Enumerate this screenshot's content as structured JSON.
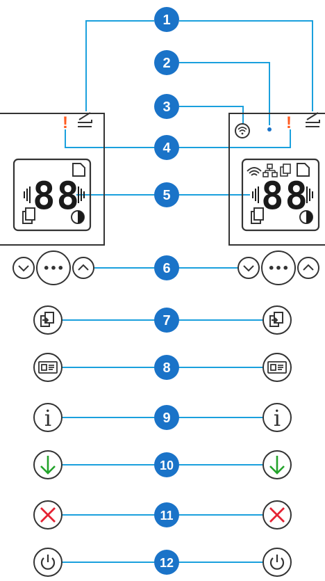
{
  "colors": {
    "callout": "#1a73c8",
    "line": "#1aa0dd",
    "outline": "#333333",
    "warning": "#ff5a1f",
    "wifi_dot": "#1a73c8",
    "download_arrow": "#23a32b",
    "cancel_x": "#e52233"
  },
  "callouts": [
    {
      "number": "1",
      "meaning": "paper-tray"
    },
    {
      "number": "2",
      "meaning": "wifi-status-light"
    },
    {
      "number": "3",
      "meaning": "wifi-button"
    },
    {
      "number": "4",
      "meaning": "attention-light"
    },
    {
      "number": "5",
      "meaning": "control-panel-display"
    },
    {
      "number": "6",
      "meaning": "menu-buttons"
    },
    {
      "number": "7",
      "meaning": "copy-button"
    },
    {
      "number": "8",
      "meaning": "id-copy-button"
    },
    {
      "number": "9",
      "meaning": "information-button"
    },
    {
      "number": "10",
      "meaning": "resume-button"
    },
    {
      "number": "11",
      "meaning": "cancel-button"
    },
    {
      "number": "12",
      "meaning": "power-button"
    }
  ],
  "display": {
    "digits": "88",
    "menu_dots": "•••"
  },
  "icons": {
    "warning": "!",
    "info": "i",
    "tray": "paper-tray-icon",
    "wifi": "wifi-icon",
    "page": "page-icon",
    "copies": "copies-icon",
    "contrast": "contrast-icon",
    "network": "network-icon",
    "copy": "copy-icon",
    "id_card": "id-card-icon",
    "resume": "down-arrow-icon",
    "cancel": "x-icon",
    "power": "power-icon"
  }
}
